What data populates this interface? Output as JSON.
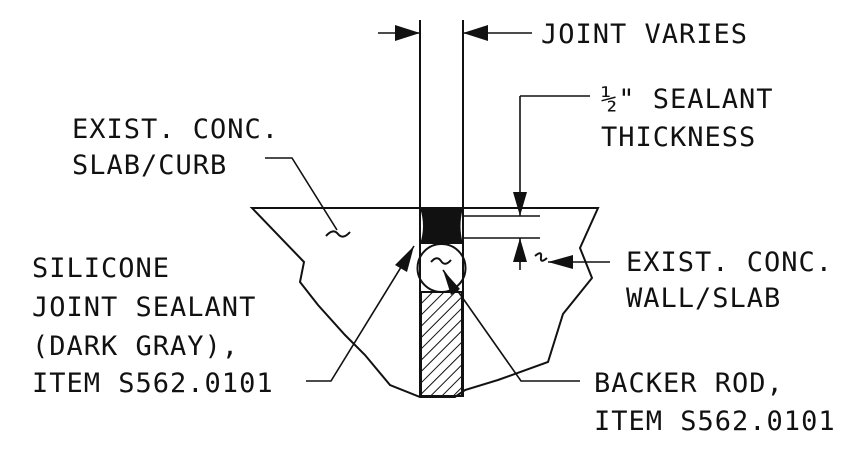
{
  "labels": {
    "joint_varies": "JOINT VARIES",
    "sealant_thickness_1": "½\" SEALANT",
    "sealant_thickness_2": "THICKNESS",
    "exist_slab_curb_1": "EXIST. CONC.",
    "exist_slab_curb_2": "SLAB/CURB",
    "silicone_1": "SILICONE",
    "silicone_2": "JOINT SEALANT",
    "silicone_3": "(DARK GRAY),",
    "silicone_4": "ITEM S562.0101",
    "exist_wall_slab_1": "EXIST. CONC.",
    "exist_wall_slab_2": "WALL/SLAB",
    "backer_rod_1": "BACKER ROD,",
    "backer_rod_2": "ITEM S562.0101"
  },
  "colors": {
    "ink": "#111111",
    "background": "#ffffff"
  }
}
